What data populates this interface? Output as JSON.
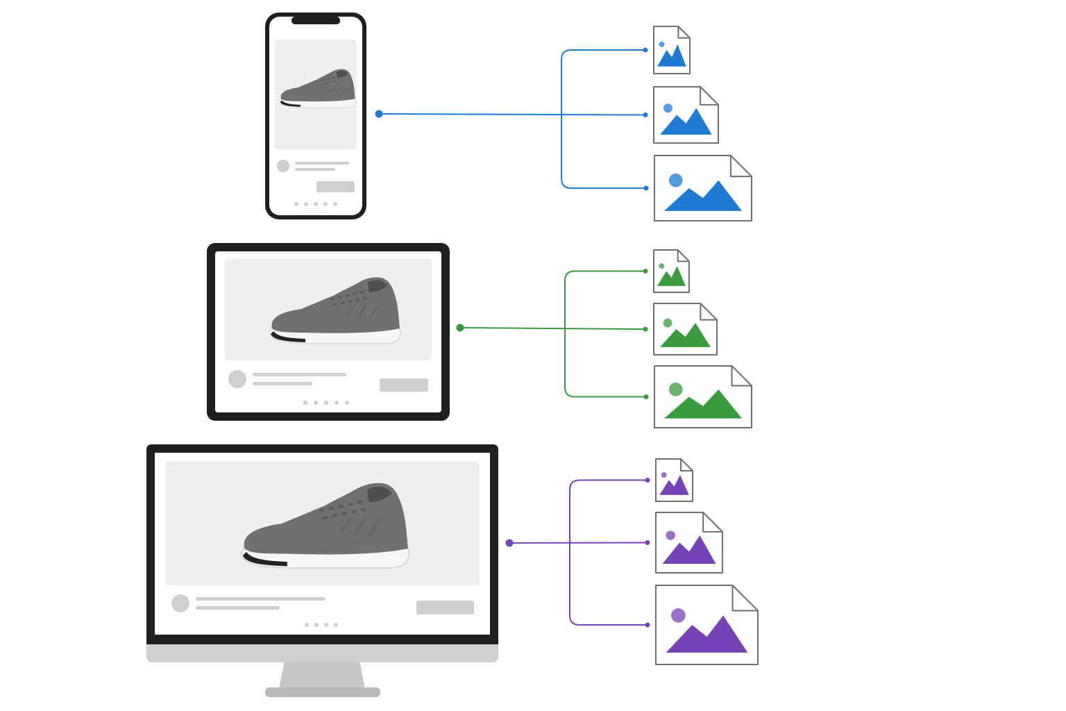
{
  "colors": {
    "mobile": "#1f7ad4",
    "tablet": "#3a9a3e",
    "desktop": "#7543b6",
    "device_frame": "#1f1f1f",
    "skeleton": "#cfcfcf",
    "image_bg": "#efefef",
    "shoe_body": "#707070",
    "shoe_dark": "#4e4e4e",
    "shoe_sole": "#f6f6f6",
    "file_border": "#6e6e6e",
    "monitor_chin": "#cfcfcf",
    "stand": "#c6c6c6"
  },
  "devices": [
    {
      "id": "mobile",
      "kind": "phone",
      "pager_dots": 5,
      "color_key": "mobile",
      "file_icons": [
        "image-file-icon",
        "image-file-icon",
        "image-file-icon"
      ]
    },
    {
      "id": "tablet",
      "kind": "tablet",
      "pager_dots": 5,
      "color_key": "tablet",
      "file_icons": [
        "image-file-icon",
        "image-file-icon",
        "image-file-icon"
      ]
    },
    {
      "id": "desktop",
      "kind": "monitor",
      "pager_dots": 4,
      "color_key": "desktop",
      "file_icons": [
        "image-file-icon",
        "image-file-icon",
        "image-file-icon"
      ]
    }
  ],
  "icons": {
    "product": "sneaker-image",
    "file": "image-file-icon"
  }
}
